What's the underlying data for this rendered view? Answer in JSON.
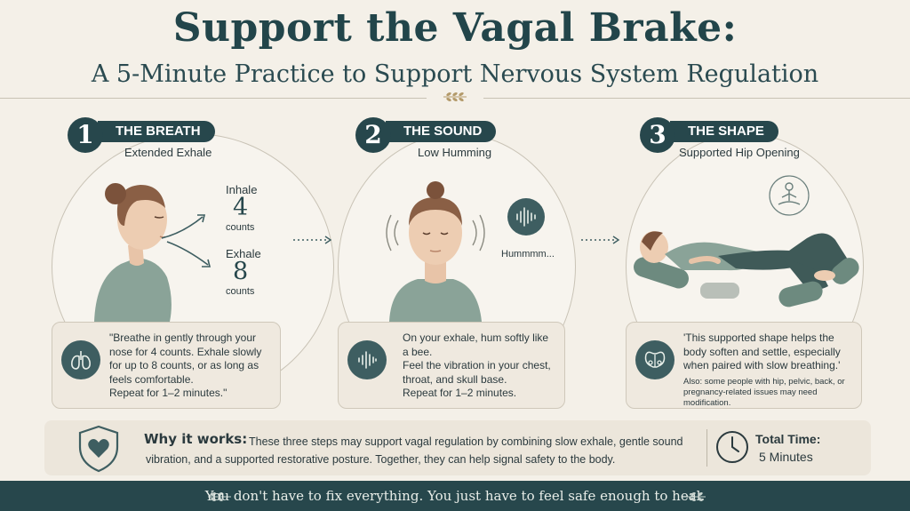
{
  "title": "Support the Vagal Brake:",
  "subtitle": "A 5-Minute Practice to Support Nervous System Regulation",
  "steps": [
    {
      "number": "1",
      "name": "THE BREATH",
      "subtitle": "Extended Exhale",
      "inhale_label": "Inhale",
      "inhale_count": "4",
      "inhale_unit": "counts",
      "exhale_label": "Exhale",
      "exhale_count": "8",
      "exhale_unit": "counts",
      "card_text": "\"Breathe in gently through your nose for 4 counts. Exhale slowly for up to 8 counts, or as long as feels comfortable.",
      "card_text2": "Repeat for 1–2 minutes.\""
    },
    {
      "number": "2",
      "name": "THE SOUND",
      "subtitle": "Low Humming",
      "hum_label": "Hummmm...",
      "card_text": "On your exhale, hum softly like a bee.",
      "card_text2": "Feel the vibration in your chest, throat, and skull base.",
      "card_text3": "Repeat for 1–2 minutes."
    },
    {
      "number": "3",
      "name": "THE SHAPE",
      "subtitle": "Supported Hip Opening",
      "card_text": "'This supported shape helps the body soften and settle, especially when paired with slow breathing.'",
      "card_note": "Also: some people with hip, pelvic, back, or pregnancy-related issues may need modification."
    }
  ],
  "why": {
    "label": "Why it works:",
    "body": "These three steps may support vagal regulation by combining slow exhale, gentle sound vibration, and a supported restorative posture. Together, they can help signal safety to the body."
  },
  "total": {
    "label": "Total Time:",
    "value": "5 Minutes"
  },
  "footer_quote": "You don't have to fix everything. You just have to feel safe enough to heal.",
  "colors": {
    "background": "#f4f0e8",
    "accent": "#27474c",
    "sage": "#7a9188",
    "card": "#efe9df"
  }
}
